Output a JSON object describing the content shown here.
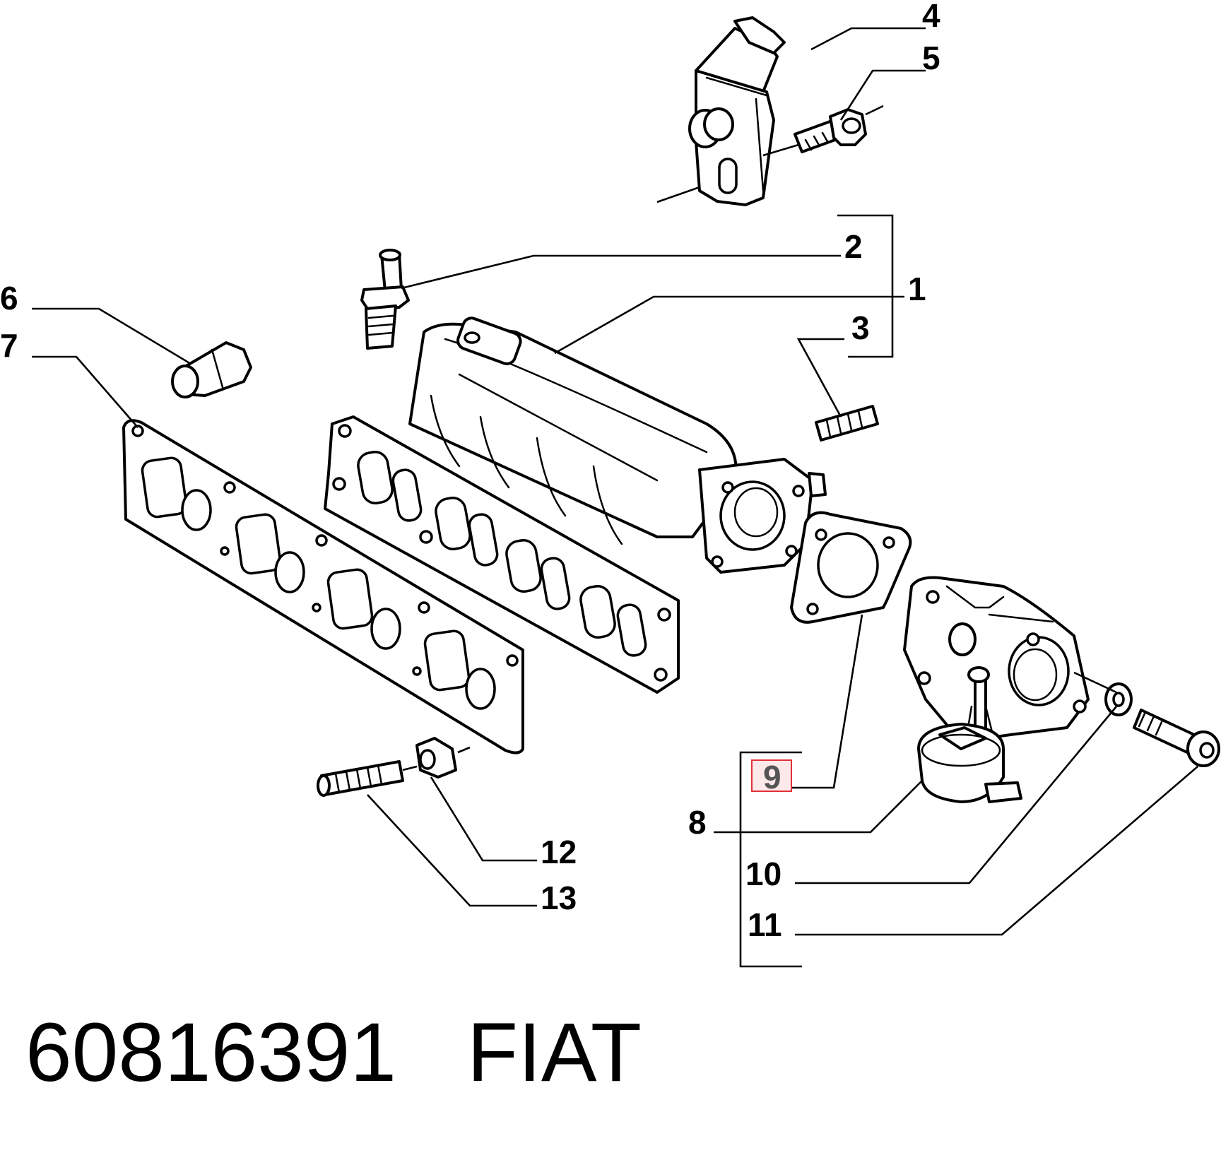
{
  "callouts": {
    "c1": "1",
    "c2": "2",
    "c3": "3",
    "c4": "4",
    "c5": "5",
    "c6": "6",
    "c7": "7",
    "c8": "8",
    "c9": "9",
    "c10": "10",
    "c11": "11",
    "c12": "12",
    "c13": "13"
  },
  "highlighted_callout": "9",
  "highlight_color": "#e0303a",
  "footer": {
    "part_number": "60816391",
    "brand": "FIAT"
  }
}
